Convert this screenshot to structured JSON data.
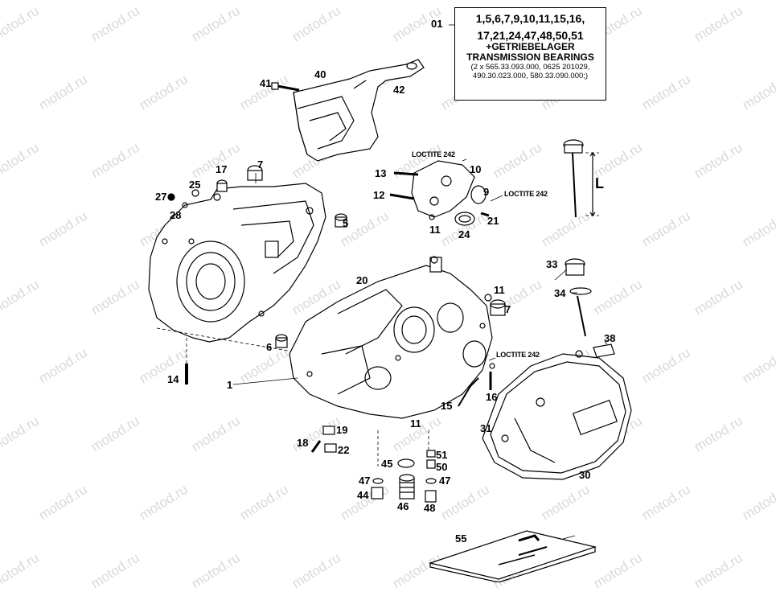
{
  "watermark": "motod.ru",
  "kit": {
    "id": "01",
    "parts_line1": "1,5,6,7,9,10,11,15,16,",
    "parts_line2": "17,21,24,47,48,50,51",
    "add_line": "+GETRIEBELAGER",
    "title_line": "TRANSMISSION BEARINGS",
    "codes_line1": "(2 x 565.33.093.000, 0625 201029,",
    "codes_line2": "490.30.023.000, 580.33.090.000;)"
  },
  "notes": {
    "loctite_a": "LOCTITE 242",
    "loctite_b": "LOCTITE 242",
    "loctite_c": "LOCTITE 242",
    "dimension": "L"
  },
  "callouts": [
    {
      "id": "c40",
      "text": "40"
    },
    {
      "id": "c41",
      "text": "41"
    },
    {
      "id": "c42",
      "text": "42"
    },
    {
      "id": "c17",
      "text": "17"
    },
    {
      "id": "c7a",
      "text": "7"
    },
    {
      "id": "c25",
      "text": "25"
    },
    {
      "id": "c27",
      "text": "27"
    },
    {
      "id": "c28",
      "text": "28"
    },
    {
      "id": "c5",
      "text": "5"
    },
    {
      "id": "c13",
      "text": "13"
    },
    {
      "id": "c10",
      "text": "10"
    },
    {
      "id": "c12",
      "text": "12"
    },
    {
      "id": "c9",
      "text": "9"
    },
    {
      "id": "c21",
      "text": "21"
    },
    {
      "id": "c11a",
      "text": "11"
    },
    {
      "id": "c24",
      "text": "24"
    },
    {
      "id": "c20",
      "text": "20"
    },
    {
      "id": "c33",
      "text": "33"
    },
    {
      "id": "c34",
      "text": "34"
    },
    {
      "id": "c11b",
      "text": "11"
    },
    {
      "id": "c7b",
      "text": "7"
    },
    {
      "id": "c6",
      "text": "6"
    },
    {
      "id": "c38",
      "text": "38"
    },
    {
      "id": "c14",
      "text": "14"
    },
    {
      "id": "c1",
      "text": "1"
    },
    {
      "id": "c16",
      "text": "16"
    },
    {
      "id": "c15",
      "text": "15"
    },
    {
      "id": "c11c",
      "text": "11"
    },
    {
      "id": "c31",
      "text": "31"
    },
    {
      "id": "c19",
      "text": "19"
    },
    {
      "id": "c18",
      "text": "18"
    },
    {
      "id": "c22",
      "text": "22"
    },
    {
      "id": "c51",
      "text": "51"
    },
    {
      "id": "c45",
      "text": "45"
    },
    {
      "id": "c50",
      "text": "50"
    },
    {
      "id": "c47a",
      "text": "47"
    },
    {
      "id": "c47b",
      "text": "47"
    },
    {
      "id": "c44",
      "text": "44"
    },
    {
      "id": "c46",
      "text": "46"
    },
    {
      "id": "c48",
      "text": "48"
    },
    {
      "id": "c30",
      "text": "30"
    },
    {
      "id": "c55",
      "text": "55"
    }
  ]
}
